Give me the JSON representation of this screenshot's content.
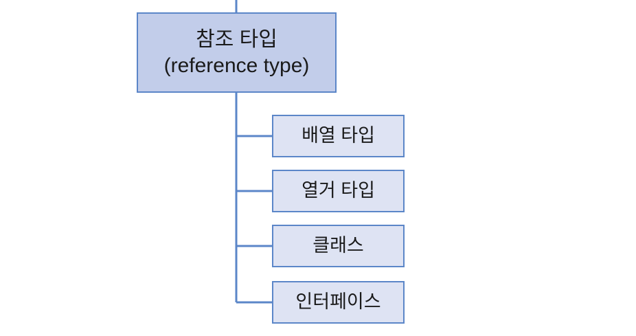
{
  "diagram": {
    "type": "hierarchy-tree",
    "orientation": "vertical-trunk-with-right-branches",
    "colors": {
      "root_fill": "#c2cdea",
      "child_fill": "#dee3f3",
      "border": "#5b86c8",
      "connector": "#5b86c8",
      "text": "#1a1a1a",
      "background": "#ffffff"
    },
    "root": {
      "line_1": "참조 타입",
      "line_2": "(reference type)"
    },
    "children": [
      {
        "label": "배열 타입"
      },
      {
        "label": "열거 타입"
      },
      {
        "label": "클래스"
      },
      {
        "label": "인터페이스"
      }
    ]
  }
}
